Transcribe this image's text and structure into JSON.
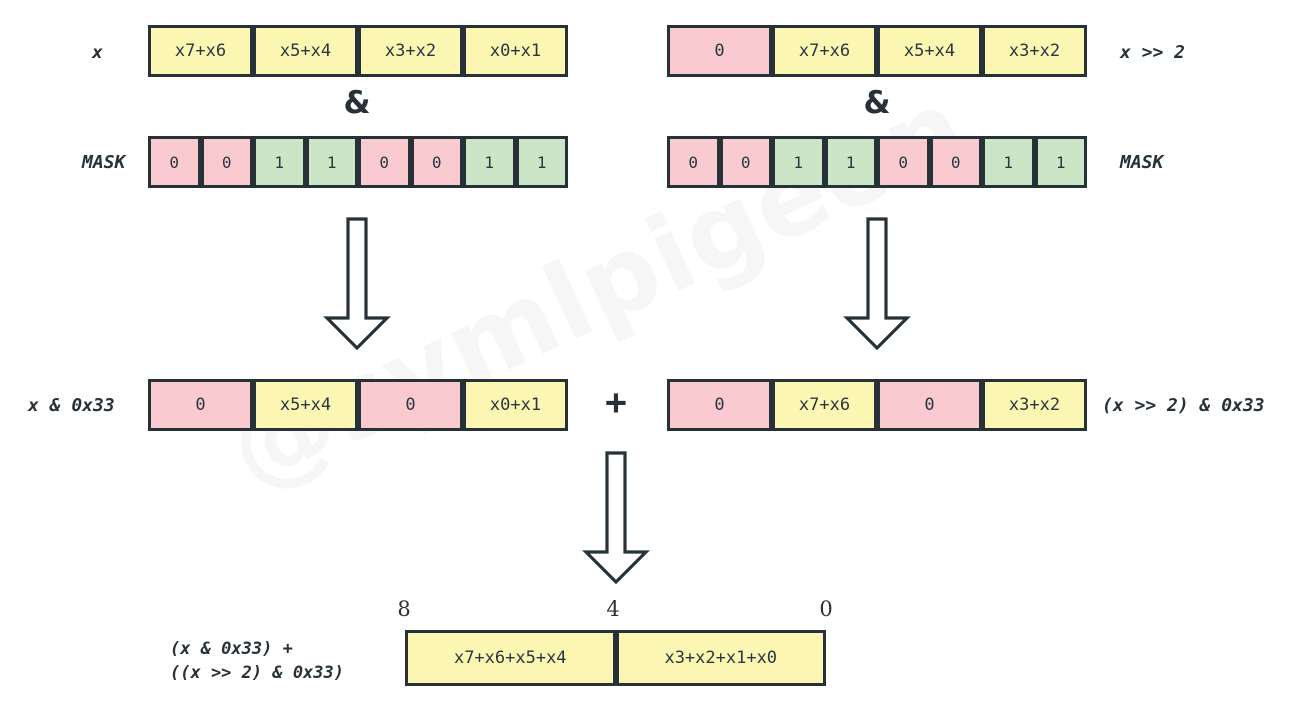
{
  "watermark": {
    "text": "@symlpigeon"
  },
  "palette": {
    "cell_yellow": "#fbf6b2",
    "cell_pink": "#f9cad0",
    "cell_green": "#cbe5c7",
    "border": "#263238",
    "text": "#2b3740"
  },
  "operators": {
    "and_left": "&",
    "and_right": "&",
    "plus": "+"
  },
  "rows": {
    "x": {
      "label": "x",
      "cells": [
        {
          "text": "x7+x6",
          "tone": "yellow"
        },
        {
          "text": "x5+x4",
          "tone": "yellow"
        },
        {
          "text": "x3+x2",
          "tone": "yellow"
        },
        {
          "text": "x0+x1",
          "tone": "yellow"
        }
      ]
    },
    "shifted": {
      "label": "x >> 2",
      "cells": [
        {
          "text": "0",
          "tone": "pink"
        },
        {
          "text": "x7+x6",
          "tone": "yellow"
        },
        {
          "text": "x5+x4",
          "tone": "yellow"
        },
        {
          "text": "x3+x2",
          "tone": "yellow"
        }
      ]
    },
    "mask_left": {
      "label": "MASK",
      "cells": [
        {
          "text": "0",
          "tone": "pink"
        },
        {
          "text": "0",
          "tone": "pink"
        },
        {
          "text": "1",
          "tone": "green"
        },
        {
          "text": "1",
          "tone": "green"
        },
        {
          "text": "0",
          "tone": "pink"
        },
        {
          "text": "0",
          "tone": "pink"
        },
        {
          "text": "1",
          "tone": "green"
        },
        {
          "text": "1",
          "tone": "green"
        }
      ]
    },
    "mask_right": {
      "label": "MASK",
      "cells": [
        {
          "text": "0",
          "tone": "pink"
        },
        {
          "text": "0",
          "tone": "pink"
        },
        {
          "text": "1",
          "tone": "green"
        },
        {
          "text": "1",
          "tone": "green"
        },
        {
          "text": "0",
          "tone": "pink"
        },
        {
          "text": "0",
          "tone": "pink"
        },
        {
          "text": "1",
          "tone": "green"
        },
        {
          "text": "1",
          "tone": "green"
        }
      ]
    },
    "result_left": {
      "label": "x & 0x33",
      "cells": [
        {
          "text": "0",
          "tone": "pink"
        },
        {
          "text": "x5+x4",
          "tone": "yellow"
        },
        {
          "text": "0",
          "tone": "pink"
        },
        {
          "text": "x0+x1",
          "tone": "yellow"
        }
      ]
    },
    "result_right": {
      "label": "(x >> 2) & 0x33",
      "cells": [
        {
          "text": "0",
          "tone": "pink"
        },
        {
          "text": "x7+x6",
          "tone": "yellow"
        },
        {
          "text": "0",
          "tone": "pink"
        },
        {
          "text": "x3+x2",
          "tone": "yellow"
        }
      ]
    },
    "final": {
      "label_line1": "(x & 0x33) +",
      "label_line2": "((x >> 2) & 0x33)",
      "indices": {
        "left": "8",
        "mid": "4",
        "right": "0"
      },
      "cells": [
        {
          "text": "x7+x6+x5+x4",
          "tone": "yellow"
        },
        {
          "text": "x3+x2+x1+x0",
          "tone": "yellow"
        }
      ]
    }
  }
}
